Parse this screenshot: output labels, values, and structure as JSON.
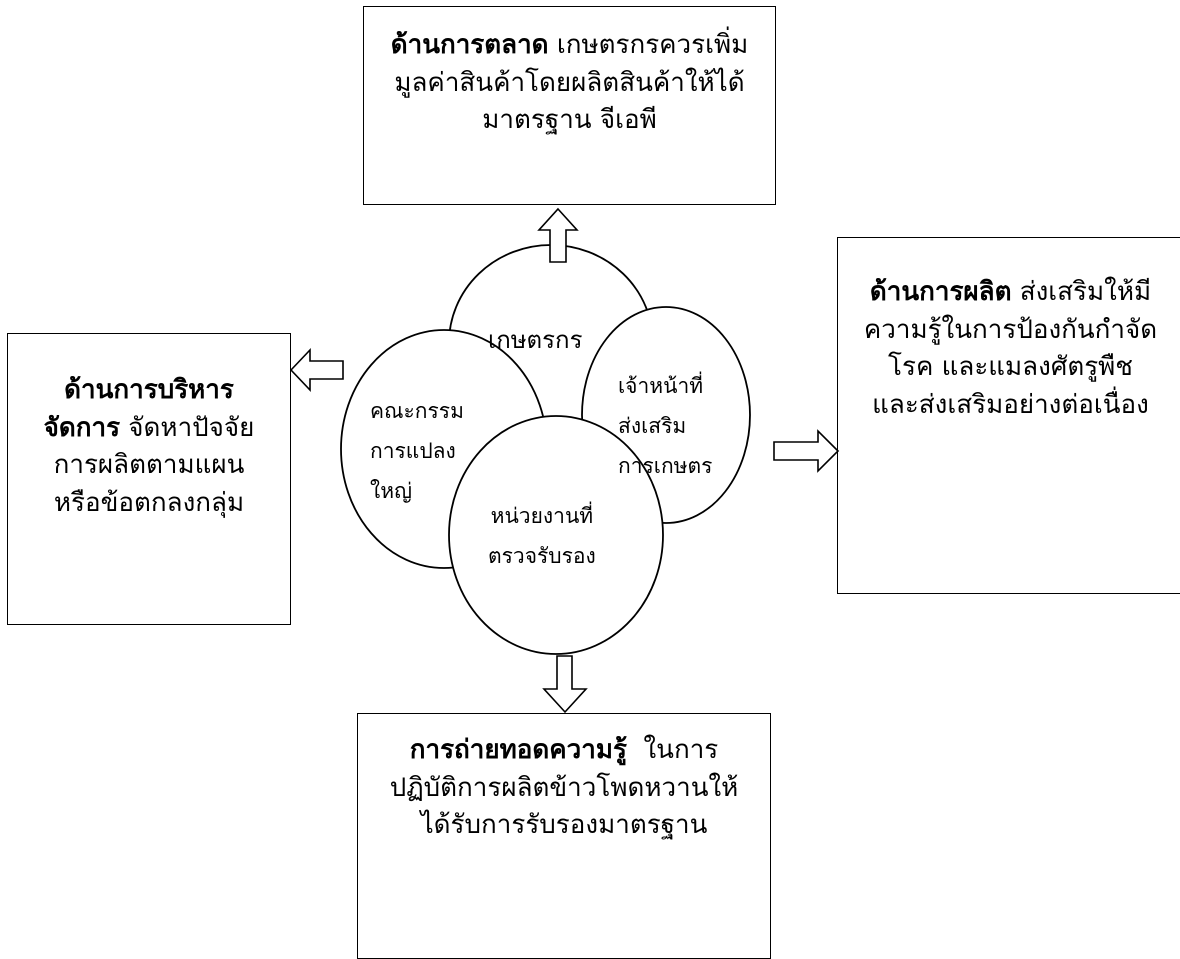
{
  "diagram": {
    "top_box": {
      "bold": "ด้านการตลาด",
      "line1_rest": " เกษตรกรควรเพิ่ม",
      "line2": "มูลค่าสินค้าโดยผลิตสินค้าให้ได้",
      "line3": "มาตรฐาน จีเอพี"
    },
    "left_box": {
      "line1_bold": "ด้านการบริหาร",
      "line2_bold": "จัดการ",
      "line2_rest": " จัดหาปัจจัย",
      "line3": "การผลิตตามแผน",
      "line4": "หรือข้อตกลงกลุ่ม"
    },
    "right_box": {
      "bold": "ด้านการผลิต",
      "line1_rest": " ส่งเสริมให้มี",
      "line2": "ความรู้ในการป้องกันกำจัด",
      "line3": "โรค และแมลงศัตรูพืช",
      "line4": "และส่งเสริมอย่างต่อเนื่อง"
    },
    "bottom_box": {
      "bold": "การถ่ายทอดความรู้",
      "line1_rest": "  ในการ",
      "line2": "ปฏิบัติการผลิตข้าวโพดหวานให้",
      "line3": "ได้รับการรับรองมาตรฐาน"
    },
    "circles": {
      "farmer": "เกษตรกร",
      "committee": [
        "คณะกรรม",
        "การแปลง",
        "ใหญ่"
      ],
      "officer": [
        "เจ้าหน้าที่",
        "ส่งเสริม",
        "การเกษตร"
      ],
      "agency": [
        "หน่วยงานที่",
        "ตรวจรับรอง"
      ]
    }
  }
}
